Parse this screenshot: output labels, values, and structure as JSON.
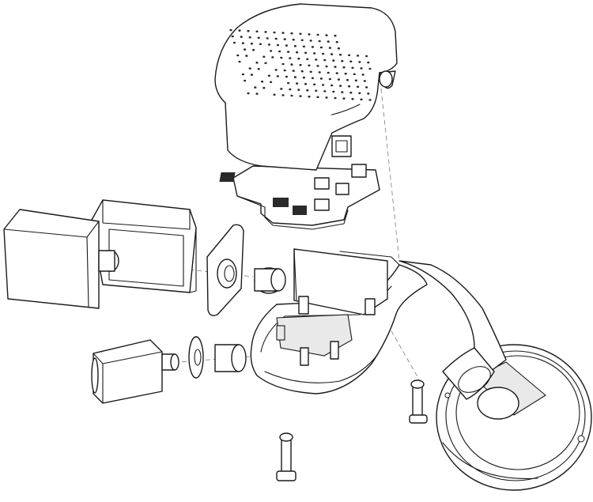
{
  "diagram": {
    "kind": "exploded-assembly-line-drawing",
    "parts": [
      "perforated-top-cover",
      "circuit-board",
      "large-box-module",
      "box-housing",
      "square-gasket",
      "sleeve-upper",
      "base-housing",
      "small-cylinder-module",
      "washer",
      "sleeve-lower",
      "screw-left",
      "screw-right",
      "mounting-arm",
      "suction-cup"
    ],
    "colors": {
      "stroke": "#1a1a1a",
      "fill": "#ffffff",
      "shade": "#e9e9e9",
      "guide": "#8a8a8a"
    }
  }
}
